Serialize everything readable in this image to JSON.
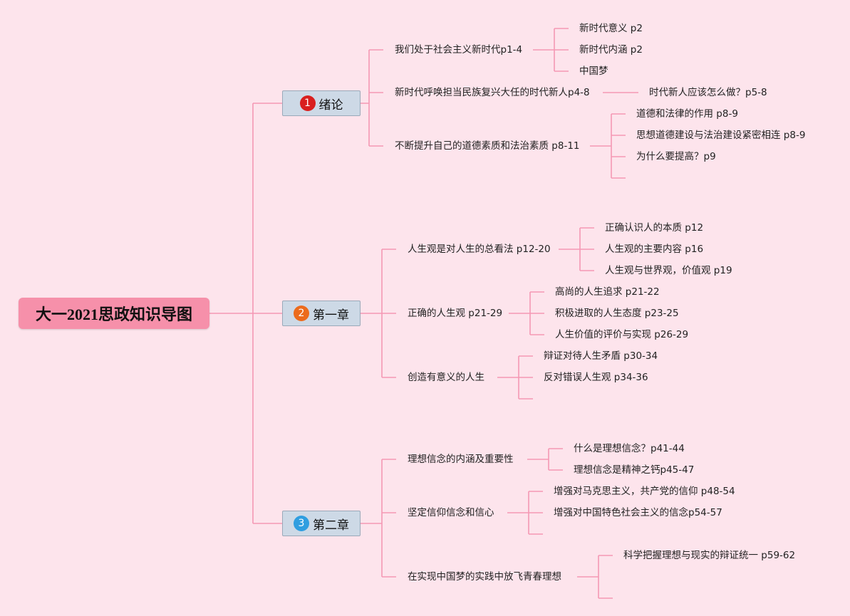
{
  "root": {
    "title": "大一2021思政知识导图"
  },
  "chapters": [
    {
      "number": "1",
      "title": "绪论"
    },
    {
      "number": "2",
      "title": "第一章"
    },
    {
      "number": "3",
      "title": "第二章"
    }
  ],
  "topics": {
    "t1": "我们处于社会主义新时代p1-4",
    "t2": "新时代呼唤担当民族复兴大任的时代新人p4-8",
    "t3": "不断提升自己的道德素质和法治素质 p8-11",
    "t4": "人生观是对人生的总看法 p12-20",
    "t5": "正确的人生观 p21-29",
    "t6": "创造有意义的人生",
    "t7": "理想信念的内涵及重要性",
    "t8": "坚定信仰信念和信心",
    "t9": "在实现中国梦的实践中放飞青春理想"
  },
  "subtopics": {
    "s1": "新时代意义 p2",
    "s2": "新时代内涵 p2",
    "s3": "中国梦",
    "s4": "时代新人应该怎么做？p5-8",
    "s5": "道德和法律的作用 p8-9",
    "s6": "思想道德建设与法治建设紧密相连 p8-9",
    "s7": "为什么要提高？p9",
    "s8": "正确认识人的本质 p12",
    "s9": "人生观的主要内容 p16",
    "s10": "人生观与世界观，价值观 p19",
    "s11": "高尚的人生追求 p21-22",
    "s12": "积极进取的人生态度 p23-25",
    "s13": "人生价值的评价与实现 p26-29",
    "s14": "辩证对待人生矛盾 p30-34",
    "s15": "反对错误人生观 p34-36",
    "s16": "什么是理想信念？p41-44",
    "s17": "理想信念是精神之钙p45-47",
    "s18": "增强对马克思主义，共产党的信仰 p48-54",
    "s19": "增强对中国特色社会主义的信念p54-57",
    "s20": "科学把握理想与现实的辩证统一 p59-62"
  },
  "colors": {
    "background": "#fde4ec",
    "root": "#f690aa",
    "connector": "#f598b4",
    "chapter_box": "#cdd9e6",
    "badge_1": "#d91f1f",
    "badge_2": "#ec6b1c",
    "badge_3": "#2f9ee0"
  }
}
